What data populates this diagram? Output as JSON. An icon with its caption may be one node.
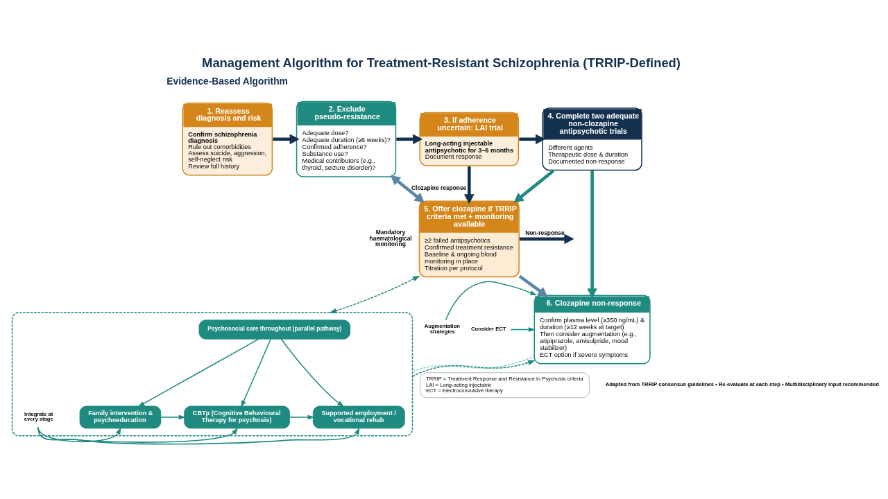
{
  "diagram": {
    "title": "Management Algorithm for Treatment-Resistant Schizophrenia (TRRIP-Defined)",
    "caption": "Adapted from TRRIP consensus guidelines • Re-evaluate at each step • Multidisciplinary input recommended",
    "nodes": [
      {
        "text": [
          "1. Reassess diagnosis and risk",
          "Confirm schizophrenia diagnosis",
          "Rule out comorbidities",
          "Assess suicide, aggression, self-neglect risk",
          "Review full history"
        ]
      },
      {
        "text": [
          "2. Exclude pseudo-resistance",
          "Adequate dose?",
          "Adequate duration (≥6 weeks)?",
          "Confirmed adherence?",
          "Substance use?",
          "Medical contributors (e.g., thyroid, seizure disorder)?"
        ]
      },
      {
        "text": [
          "3. If adherence uncertain: LAI trial",
          "Long-acting injectable antipsychotic for 3–6 months",
          "Document response"
        ]
      },
      {
        "text": [
          "4. Complete two adequate non-clozapine antipsychotic trials",
          "Different agents",
          "Therapeutic dose & duration",
          "Documented non-response"
        ]
      },
      {
        "text": [
          "5. Offer clozapine if TRRIP criteria met + monitoring available",
          "≥2 failed antipsychotics",
          "Confirmed treatment resistance",
          "Baseline & ongoing blood monitoring in place",
          "Titration per protocol"
        ]
      },
      {
        "text": [
          "6. Clozapine non-response",
          "Confirm plasma level (≥350 ng/mL) & duration (≥12 weeks at target)",
          "Then consider augmentation (e.g., aripiprazole, amisulpride, mood stabilizer)",
          "ECT option if severe symptoms"
        ]
      },
      {
        "text": [],
        "shape": "box"
      },
      {
        "text": [
          "Psychosocial care throughout (parallel pathway)"
        ],
        "in": 6
      },
      {
        "text": [
          "Family intervention & psychoeducation"
        ],
        "in": 6
      },
      {
        "text": [
          "CBTp (Cognitive Behavioural Therapy for psychosis)"
        ],
        "in": 6
      },
      {
        "text": [
          "Supported employment / vocational rehab"
        ],
        "in": 6
      },
      {
        "text": [
          "Integrate at every stage"
        ],
        "in": 6
      },
      {
        "text": [
          "Augmentation strategies"
        ]
      },
      {
        "text": [
          "Consider ECT"
        ]
      },
      {
        "text": [
          "TRRIP = Treatment Response and Resistance in Psychosis criteria",
          "LAI = Long-acting injectable",
          "ECT = Electroconvulsive therapy"
        ]
      }
    ],
    "edges": [
      {
        "from": 0,
        "to": 1,
        "arrow": "to",
        "style": "thick",
        "color": "#13304f"
      },
      {
        "from": 1,
        "to": 2,
        "arrow": "to",
        "style": "thick",
        "color": "#13304f"
      },
      {
        "from": 2,
        "to": 3,
        "arrow": "to",
        "style": "thick",
        "color": "#13304f"
      },
      {
        "from": 3,
        "to": 4,
        "arrow": "to",
        "style": "thick"
      },
      {
        "from": 2,
        "to": 4,
        "arrow": "to",
        "style": "thick",
        "color": "#13304f"
      },
      {
        "from": 4,
        "to": null,
        "arrow": "to",
        "label": "Non-response",
        "style": "thick",
        "color": "#13304f"
      },
      {
        "from": 3,
        "to": 5,
        "arrow": "to",
        "style": "thick"
      },
      {
        "from": 1,
        "to": 4,
        "arrow": "both",
        "label": "Clozapine response",
        "style": "thick",
        "color": "#5b86a8"
      },
      {
        "from": 4,
        "to": 5,
        "arrow": "to",
        "style": "thick",
        "color": "#5b86a8"
      },
      {
        "from": 12,
        "to": 5,
        "arrow": "to"
      },
      {
        "from": 13,
        "to": 5,
        "arrow": "to"
      },
      {
        "from": 6,
        "to": 5,
        "arrow": "none",
        "style": "dashed",
        "color": "#8fd0c9"
      },
      {
        "from": 6,
        "to": 5,
        "arrow": "to",
        "style": "dashed"
      },
      {
        "from": 4,
        "to": 6,
        "arrow": "both",
        "style": "dashed"
      },
      {
        "from": 7,
        "to": 8,
        "arrow": "to"
      },
      {
        "from": 7,
        "to": 9,
        "arrow": "to"
      },
      {
        "from": 7,
        "to": 10,
        "arrow": "to"
      },
      {
        "from": 8,
        "to": 9,
        "arrow": "to"
      },
      {
        "from": 9,
        "to": 10,
        "arrow": "to"
      },
      {
        "from": 11,
        "to": 8,
        "arrow": "to"
      },
      {
        "from": 11,
        "to": 9,
        "arrow": "to"
      },
      {
        "from": 11,
        "to": 10,
        "arrow": "to"
      }
    ],
    "labels": [
      "Evidence-Based Algorithm",
      "Mandatory haematological monitoring"
    ]
  }
}
